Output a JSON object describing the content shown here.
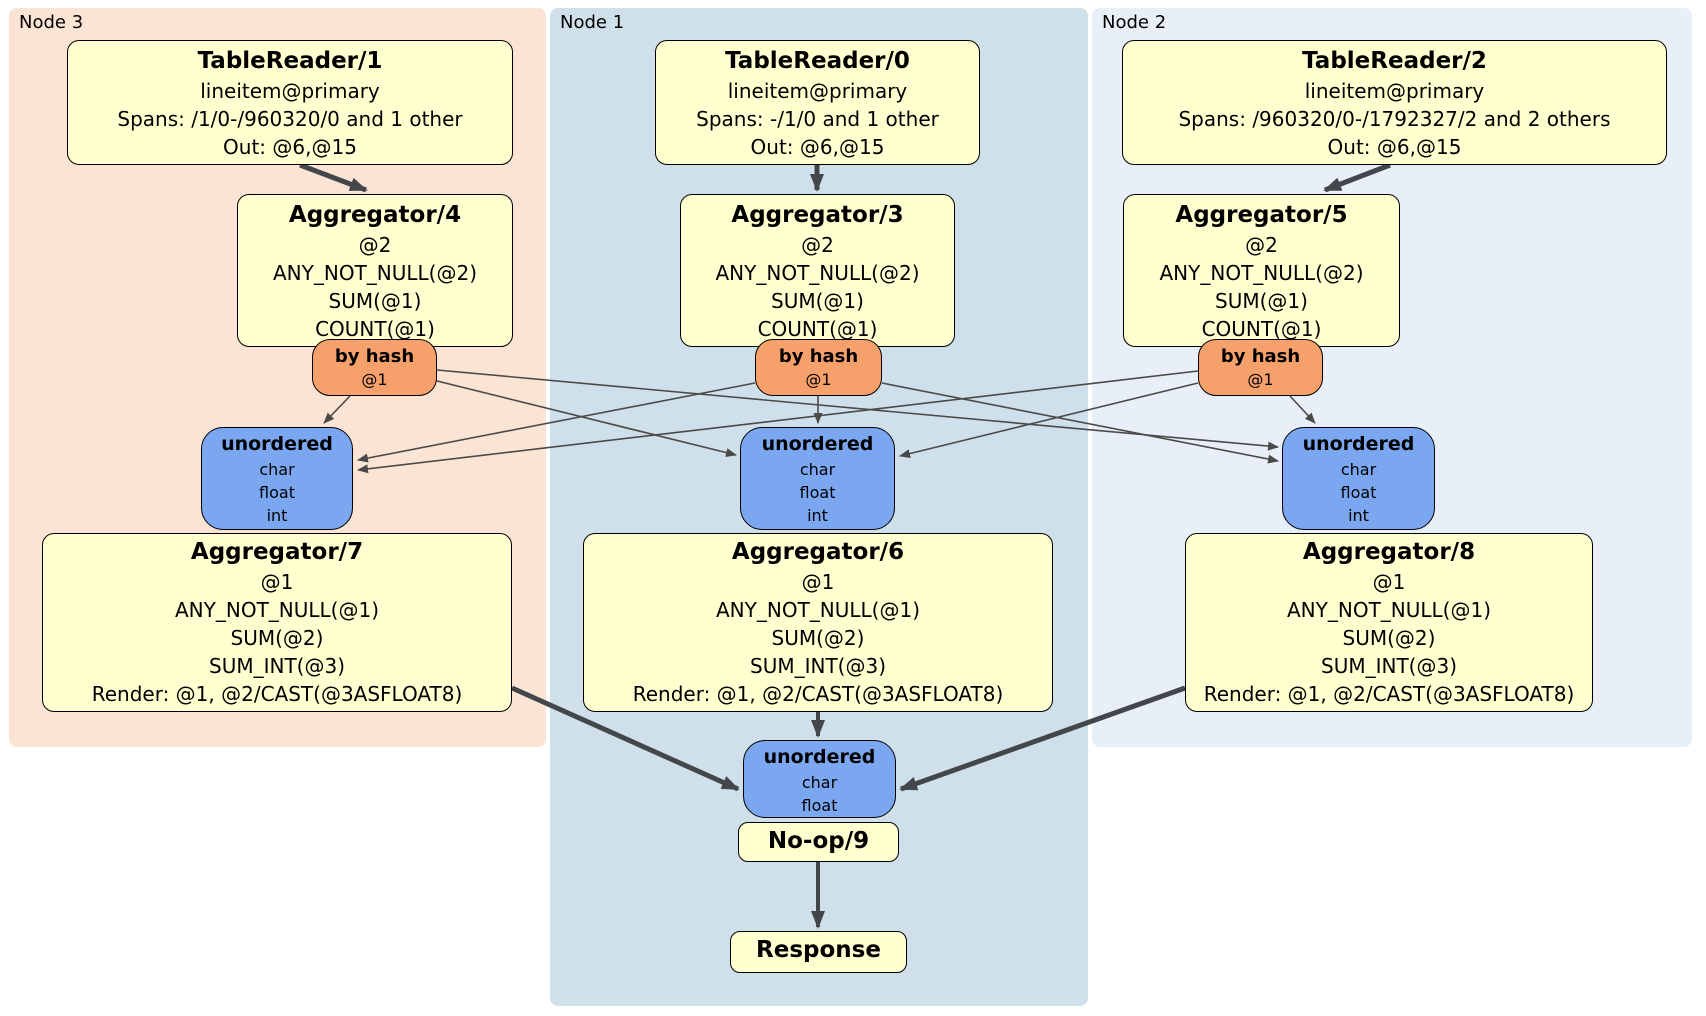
{
  "colors": {
    "canvas_bg": "#ffffff",
    "node3_bg": "#fce4d4",
    "node1_bg": "#d0e0ea",
    "node2_bg": "#e9eff9",
    "processor_fill": "#ffffd0",
    "router_fill": "#f6a16c",
    "sync_fill": "#7aa7f0",
    "box_border": "#000000",
    "edge_thin": "#4a4a4a",
    "edge_thick": "#43474b"
  },
  "regions": {
    "node3": {
      "label": "Node 3"
    },
    "node1": {
      "label": "Node 1"
    },
    "node2": {
      "label": "Node 2"
    }
  },
  "boxes": {
    "tr1": {
      "title": "TableReader/1",
      "lines": [
        "lineitem@primary",
        "Spans: /1/0-/960320/0 and 1 other",
        "Out: @6,@15"
      ]
    },
    "tr0": {
      "title": "TableReader/0",
      "lines": [
        "lineitem@primary",
        "Spans: -/1/0 and 1 other",
        "Out: @6,@15"
      ]
    },
    "tr2": {
      "title": "TableReader/2",
      "lines": [
        "lineitem@primary",
        "Spans: /960320/0-/1792327/2 and 2 others",
        "Out: @6,@15"
      ]
    },
    "agg4": {
      "title": "Aggregator/4",
      "lines": [
        "@2",
        "ANY_NOT_NULL(@2)",
        "SUM(@1)",
        "COUNT(@1)"
      ]
    },
    "agg3": {
      "title": "Aggregator/3",
      "lines": [
        "@2",
        "ANY_NOT_NULL(@2)",
        "SUM(@1)",
        "COUNT(@1)"
      ]
    },
    "agg5": {
      "title": "Aggregator/5",
      "lines": [
        "@2",
        "ANY_NOT_NULL(@2)",
        "SUM(@1)",
        "COUNT(@1)"
      ]
    },
    "hash4": {
      "title": "by hash",
      "lines": [
        "@1"
      ]
    },
    "hash3": {
      "title": "by hash",
      "lines": [
        "@1"
      ]
    },
    "hash5": {
      "title": "by hash",
      "lines": [
        "@1"
      ]
    },
    "sync7": {
      "title": "unordered",
      "lines": [
        "char",
        "float",
        "int"
      ]
    },
    "sync6": {
      "title": "unordered",
      "lines": [
        "char",
        "float",
        "int"
      ]
    },
    "sync8": {
      "title": "unordered",
      "lines": [
        "char",
        "float",
        "int"
      ]
    },
    "agg7": {
      "title": "Aggregator/7",
      "lines": [
        "@1",
        "ANY_NOT_NULL(@1)",
        "SUM(@2)",
        "SUM_INT(@3)",
        "Render: @1, @2/CAST(@3ASFLOAT8)"
      ]
    },
    "agg6": {
      "title": "Aggregator/6",
      "lines": [
        "@1",
        "ANY_NOT_NULL(@1)",
        "SUM(@2)",
        "SUM_INT(@3)",
        "Render: @1, @2/CAST(@3ASFLOAT8)"
      ]
    },
    "agg8": {
      "title": "Aggregator/8",
      "lines": [
        "@1",
        "ANY_NOT_NULL(@1)",
        "SUM(@2)",
        "SUM_INT(@3)",
        "Render: @1, @2/CAST(@3ASFLOAT8)"
      ]
    },
    "syncFinal": {
      "title": "unordered",
      "lines": [
        "char",
        "float"
      ]
    },
    "noop": {
      "title": "No-op/9"
    },
    "response": {
      "title": "Response"
    }
  }
}
